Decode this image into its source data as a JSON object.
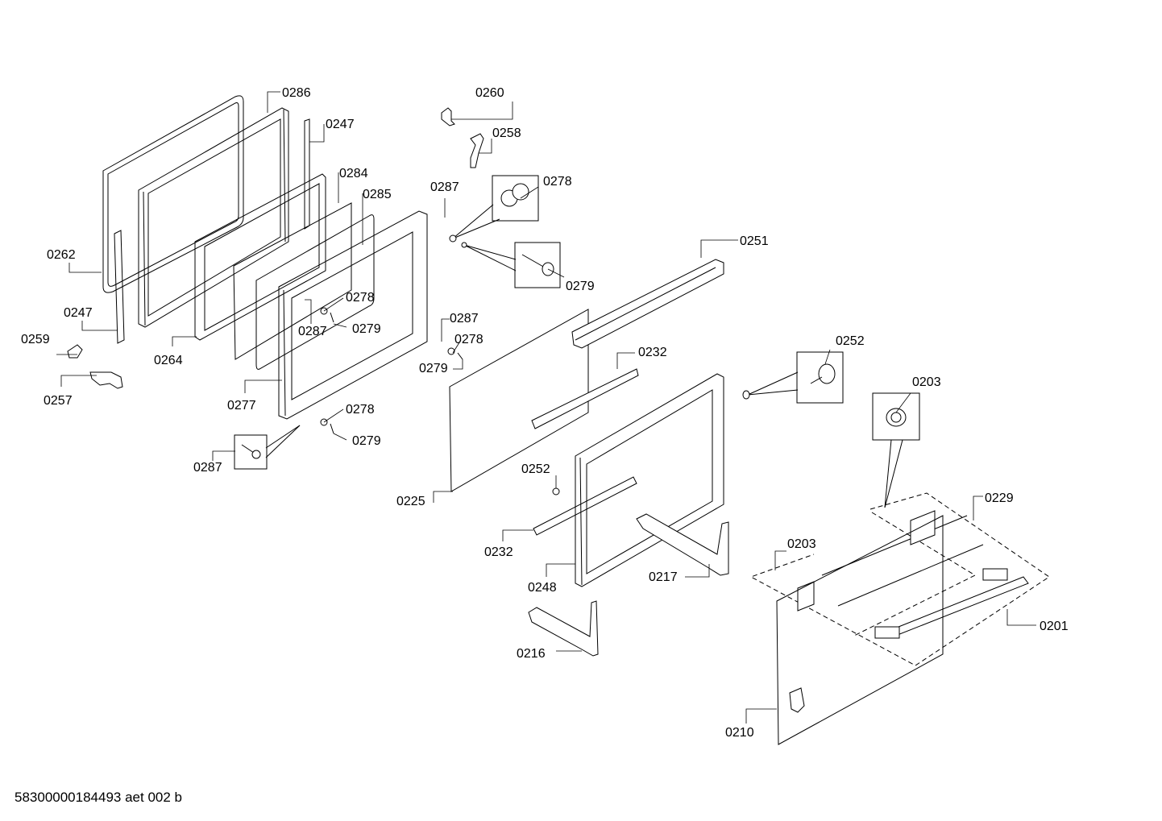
{
  "diagram": {
    "document_code": "58300000184493 aet 002 b",
    "part_labels": {
      "p0286": "0286",
      "p0247a": "0247",
      "p0284": "0284",
      "p0285": "0285",
      "p0262": "0262",
      "p0247b": "0247",
      "p0264": "0264",
      "p0259": "0259",
      "p0257": "0257",
      "p0277": "0277",
      "p0278a": "0278",
      "p0287a": "0287",
      "p0279a": "0279",
      "p0278b": "0278",
      "p0279b": "0279",
      "p0287b": "0287",
      "p0260": "0260",
      "p0258": "0258",
      "p0287c": "0287",
      "p0278c": "0278",
      "p0279c": "0279",
      "p0287d": "0287",
      "p0278d": "0278",
      "p0279d": "0279",
      "p0225": "0225",
      "p0251": "0251",
      "p0232a": "0232",
      "p0252a": "0252",
      "p0252b": "0252",
      "p0232b": "0232",
      "p0248": "0248",
      "p0217": "0217",
      "p0216": "0216",
      "p0203a": "0203",
      "p0229": "0229",
      "p0203b": "0203",
      "p0201": "0201",
      "p0210": "0210"
    }
  }
}
